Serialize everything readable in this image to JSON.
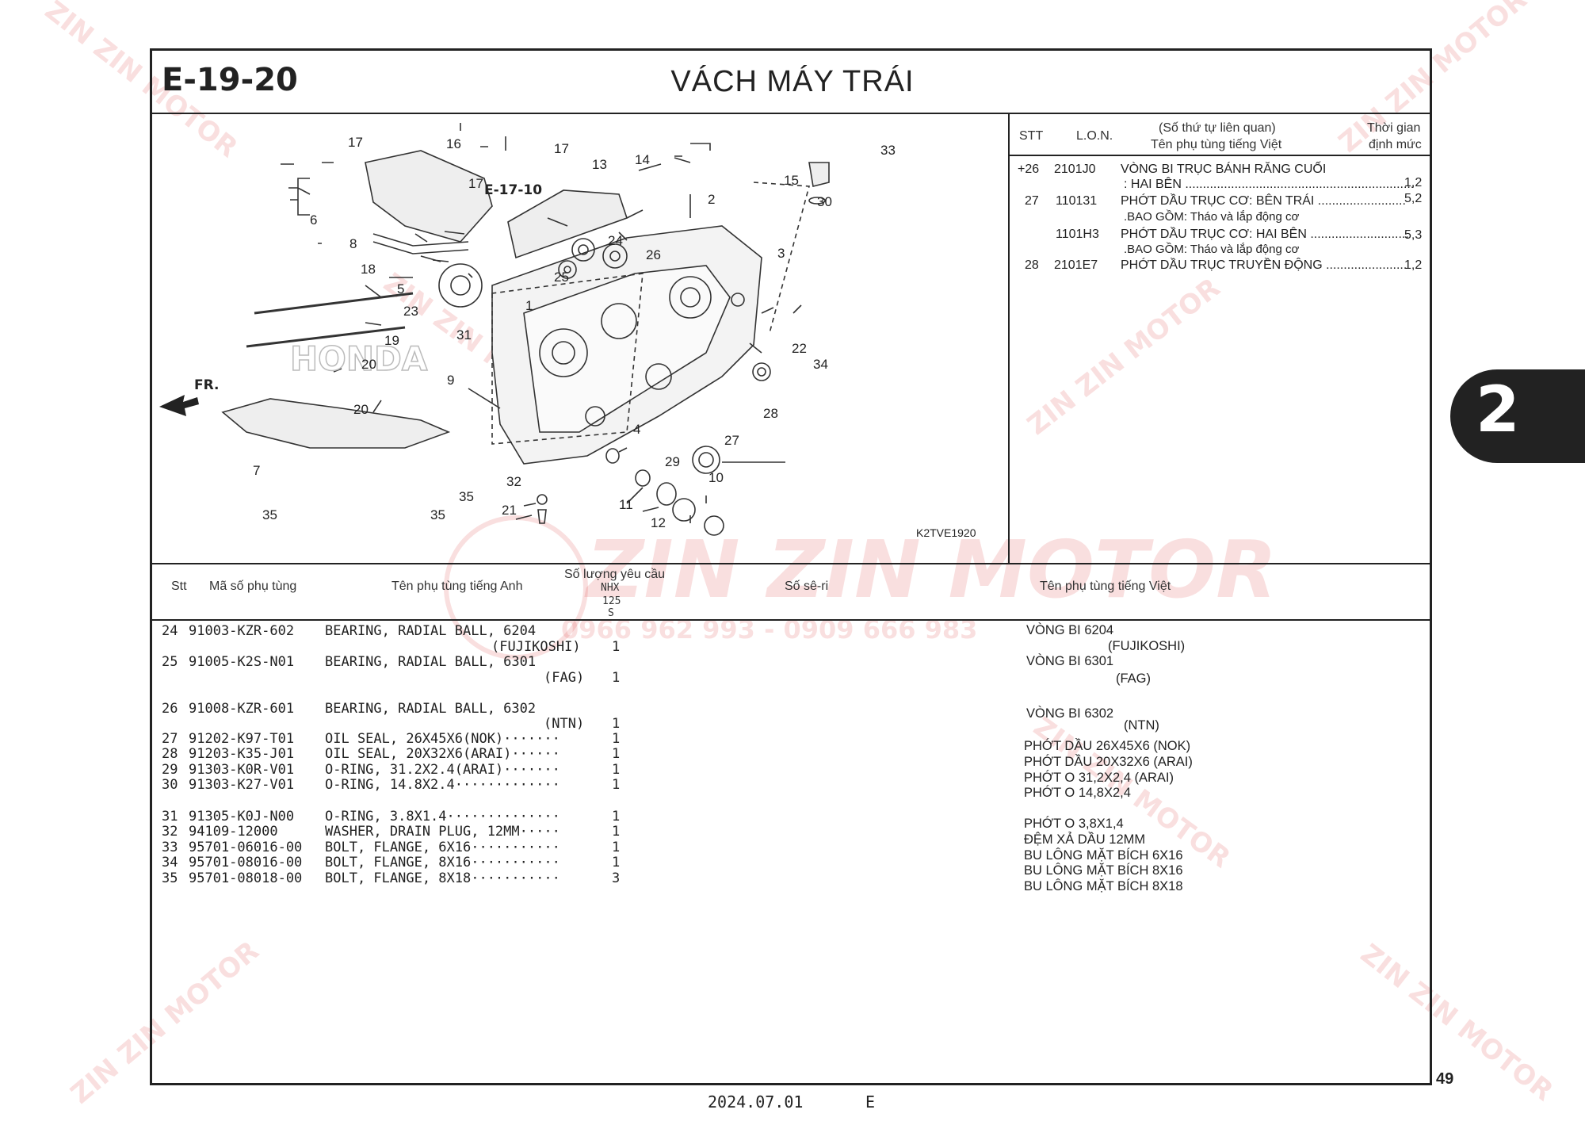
{
  "header": {
    "code": "E-19-20",
    "title": "VÁCH MÁY TRÁI"
  },
  "diagram": {
    "ref": "E-17-10",
    "fr": "FR.",
    "brand": "HONDA",
    "image_code": "K2TVE1920",
    "callouts": [
      "17",
      "16",
      "17",
      "13",
      "14",
      "17",
      "6",
      "8",
      "33",
      "15",
      "30",
      "2",
      "24",
      "26",
      "25",
      "3",
      "18",
      "5",
      "23",
      "1",
      "19",
      "31",
      "9",
      "20",
      "20",
      "22",
      "34",
      "28",
      "4",
      "27",
      "7",
      "29",
      "10",
      "32",
      "35",
      "35",
      "21",
      "11",
      "12",
      "35"
    ]
  },
  "right_table": {
    "headers": {
      "stt": "STT",
      "lon": "L.O.N.",
      "name_l1": "(Số thứ tự liên quan)",
      "name_l2": "Tên phụ tùng tiếng Việt",
      "time_l1": "Thời gian",
      "time_l2": "định mức"
    },
    "rows": [
      {
        "stt": "+26",
        "lon": "2101J0",
        "name": "VÒNG BI TRỤC BÁNH RĂNG CUỐI",
        "name2": ": HAI BÊN .................................................................",
        "time": "1,2"
      },
      {
        "stt": "27",
        "lon": "110131",
        "name": "PHỚT DẦU TRỤC CƠ: BÊN TRÁI .........................",
        "name2": ".BAO GỒM: Tháo và lắp động cơ",
        "time": "5,2"
      },
      {
        "stt": "",
        "lon": "1101H3",
        "name": "PHỚT DẦU TRỤC CƠ: HAI BÊN ............................",
        "name2": ".BAO GỒM: Tháo và lắp động cơ",
        "time": "5,3"
      },
      {
        "stt": "28",
        "lon": "2101E7",
        "name": "PHỚT DẦU TRỤC TRUYỀN ĐỘNG .......................",
        "name2": "",
        "time": "1,2"
      }
    ]
  },
  "parts_table": {
    "headers": {
      "stt": "Stt",
      "code": "Mã số phụ tùng",
      "name_en": "Tên phụ tùng tiếng Anh",
      "qty": "Số lượng yêu cầu",
      "model_l1": "NHX",
      "model_l2": "125",
      "model_l3": "S",
      "serial": "Số sê-ri",
      "name_vn": "Tên phụ tùng tiếng Việt"
    },
    "rows": [
      {
        "stt": "24",
        "code": "91003-KZR-602",
        "en": "BEARING, RADIAL BALL, 6204",
        "en2": "(FUJIKOSHI)",
        "qty": "1",
        "vn": "VÒNG BI 6204",
        "vn2": "(FUJIKOSHI)"
      },
      {
        "stt": "25",
        "code": "91005-K2S-N01",
        "en": "BEARING, RADIAL BALL, 6301",
        "en2": "(FAG)",
        "qty": "1",
        "vn": "VÒNG BI 6301",
        "vn2": "(FAG)"
      },
      {
        "stt": "26",
        "code": "91008-KZR-601",
        "en": "BEARING, RADIAL BALL, 6302",
        "en2": "(NTN)",
        "qty": "1",
        "vn": "VÒNG BI 6302",
        "vn2": "(NTN)"
      },
      {
        "stt": "27",
        "code": "91202-K97-T01",
        "en": "OIL SEAL, 26X45X6(NOK)·······",
        "en2": "",
        "qty": "1",
        "vn": "PHỚT DẦU 26X45X6 (NOK)",
        "vn2": ""
      },
      {
        "stt": "28",
        "code": "91203-K35-J01",
        "en": "OIL SEAL, 20X32X6(ARAI)······",
        "en2": "",
        "qty": "1",
        "vn": "PHỚT DẦU 20X32X6 (ARAI)",
        "vn2": ""
      },
      {
        "stt": "29",
        "code": "91303-K0R-V01",
        "en": "O-RING, 31.2X2.4(ARAI)·······",
        "en2": "",
        "qty": "1",
        "vn": "PHỚT O 31,2X2,4 (ARAI)",
        "vn2": ""
      },
      {
        "stt": "30",
        "code": "91303-K27-V01",
        "en": "O-RING, 14.8X2.4·············",
        "en2": "",
        "qty": "1",
        "vn": "PHỚT O 14,8X2,4",
        "vn2": ""
      },
      {
        "stt": "31",
        "code": "91305-K0J-N00",
        "en": "O-RING, 3.8X1.4··············",
        "en2": "",
        "qty": "1",
        "vn": "PHỚT O 3,8X1,4",
        "vn2": ""
      },
      {
        "stt": "32",
        "code": "94109-12000",
        "en": "WASHER, DRAIN PLUG, 12MM·····",
        "en2": "",
        "qty": "1",
        "vn": "ĐỆM XẢ DẦU 12MM",
        "vn2": ""
      },
      {
        "stt": "33",
        "code": "95701-06016-00",
        "en": "BOLT, FLANGE, 6X16···········",
        "en2": "",
        "qty": "1",
        "vn": "BU LÔNG MẶT BÍCH 6X16",
        "vn2": ""
      },
      {
        "stt": "34",
        "code": "95701-08016-00",
        "en": "BOLT, FLANGE, 8X16···········",
        "en2": "",
        "qty": "1",
        "vn": "BU LÔNG MẶT BÍCH 8X16",
        "vn2": ""
      },
      {
        "stt": "35",
        "code": "95701-08018-00",
        "en": "BOLT, FLANGE, 8X18···········",
        "en2": "",
        "qty": "3",
        "vn": "BU LÔNG MẶT BÍCH 8X18",
        "vn2": ""
      }
    ]
  },
  "side_tab": "2",
  "page_number": "49",
  "footer": {
    "date": "2024.07.01",
    "edition": "E"
  },
  "watermark": {
    "brand": "ZIN ZIN MOTOR",
    "phone": "0966 962 993 - 0909 666 983",
    "color": "#dc5050"
  }
}
